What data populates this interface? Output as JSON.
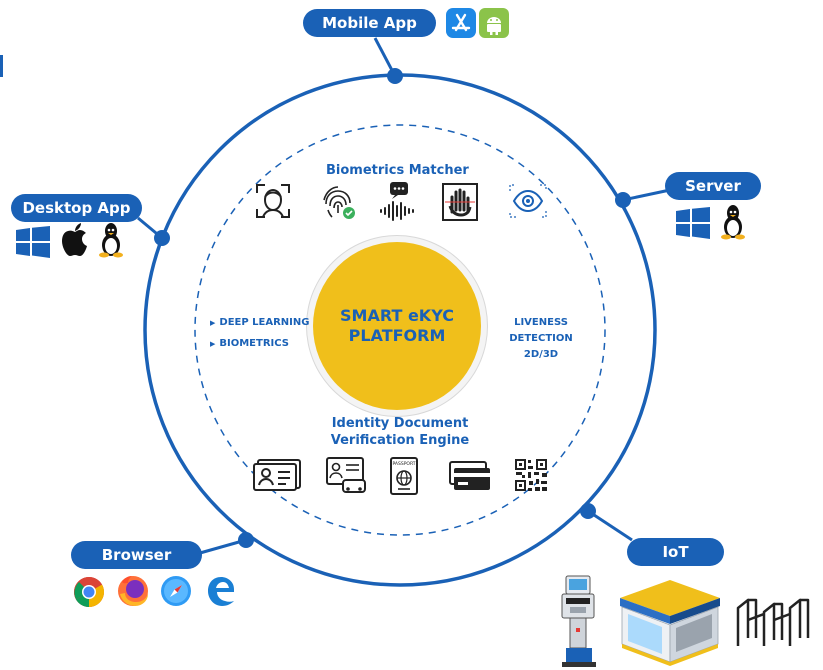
{
  "platform": {
    "line1": "SMART eKYC",
    "line2": "PLATFORM"
  },
  "biometrics_matcher": {
    "title": "Biometrics Matcher",
    "icons": [
      "face-scan-icon",
      "fingerprint-verified-icon",
      "voice-wave-icon",
      "palm-scan-icon",
      "iris-eye-icon"
    ]
  },
  "deep_learning": {
    "item1": "DEEP LEARNING",
    "item2": "BIOMETRICS"
  },
  "liveness": {
    "line1": "LIVENESS",
    "line2": "DETECTION",
    "line3": "2D/3D"
  },
  "id_engine": {
    "line1": "Identity Document",
    "line2": "Verification Engine",
    "icons": [
      "id-card-icon",
      "driver-license-icon",
      "passport-icon",
      "credit-card-icon",
      "qr-code-icon"
    ],
    "passport_text": "PASSPORT"
  },
  "nodes": {
    "mobile": {
      "label": "Mobile App",
      "icons": [
        "app-store-icon",
        "android-icon"
      ]
    },
    "server": {
      "label": "Server",
      "icons": [
        "windows-icon",
        "linux-icon"
      ]
    },
    "desktop": {
      "label": "Desktop App",
      "icons": [
        "windows-icon",
        "apple-icon",
        "linux-icon"
      ]
    },
    "browser": {
      "label": "Browser",
      "icons": [
        "chrome-icon",
        "firefox-icon",
        "safari-icon",
        "edge-icon"
      ]
    },
    "iot": {
      "label": "IoT",
      "icons": [
        "kiosk-icon",
        "store-icon",
        "turnstile-icon"
      ]
    }
  },
  "colors": {
    "primary_blue": "#1a61b6",
    "core_yellow": "#f0bf1b",
    "android_green": "#8bc34a"
  }
}
